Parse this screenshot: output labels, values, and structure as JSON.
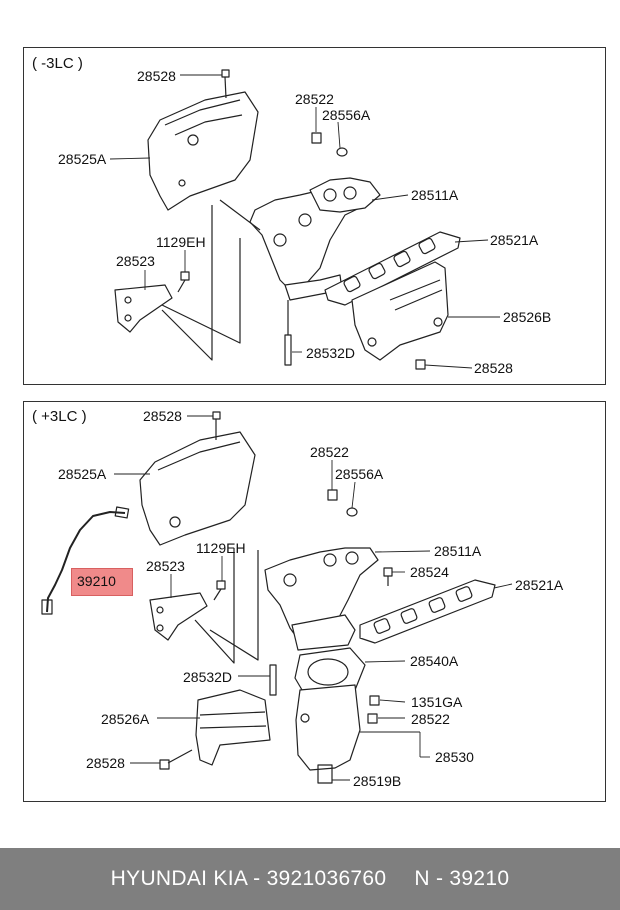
{
  "panels": {
    "top": {
      "label": "( -3LC )",
      "parts": {
        "p28528_a": "28528",
        "p28522": "28522",
        "p28556A": "28556A",
        "p28525A": "28525A",
        "p28511A": "28511A",
        "p1129EH": "1129EH",
        "p28521A": "28521A",
        "p28523": "28523",
        "p28526B": "28526B",
        "p28532D": "28532D",
        "p28528_b": "28528"
      }
    },
    "bottom": {
      "label": "( +3LC )",
      "parts": {
        "p28528_a": "28528",
        "p28522_a": "28522",
        "p28525A": "28525A",
        "p28556A": "28556A",
        "p1129EH": "1129EH",
        "p28511A": "28511A",
        "p28523": "28523",
        "p28524": "28524",
        "p39210": "39210",
        "p28521A": "28521A",
        "p28540A": "28540A",
        "p28532D": "28532D",
        "p1351GA": "1351GA",
        "p28526A": "28526A",
        "p28522_b": "28522",
        "p28530": "28530",
        "p28528_b": "28528",
        "p28519B": "28519B"
      }
    }
  },
  "highlight_color": "#f08a8a",
  "footer": {
    "brand_part": "HYUNDAI  KIA - 3921036760",
    "number": "N - 39210"
  }
}
